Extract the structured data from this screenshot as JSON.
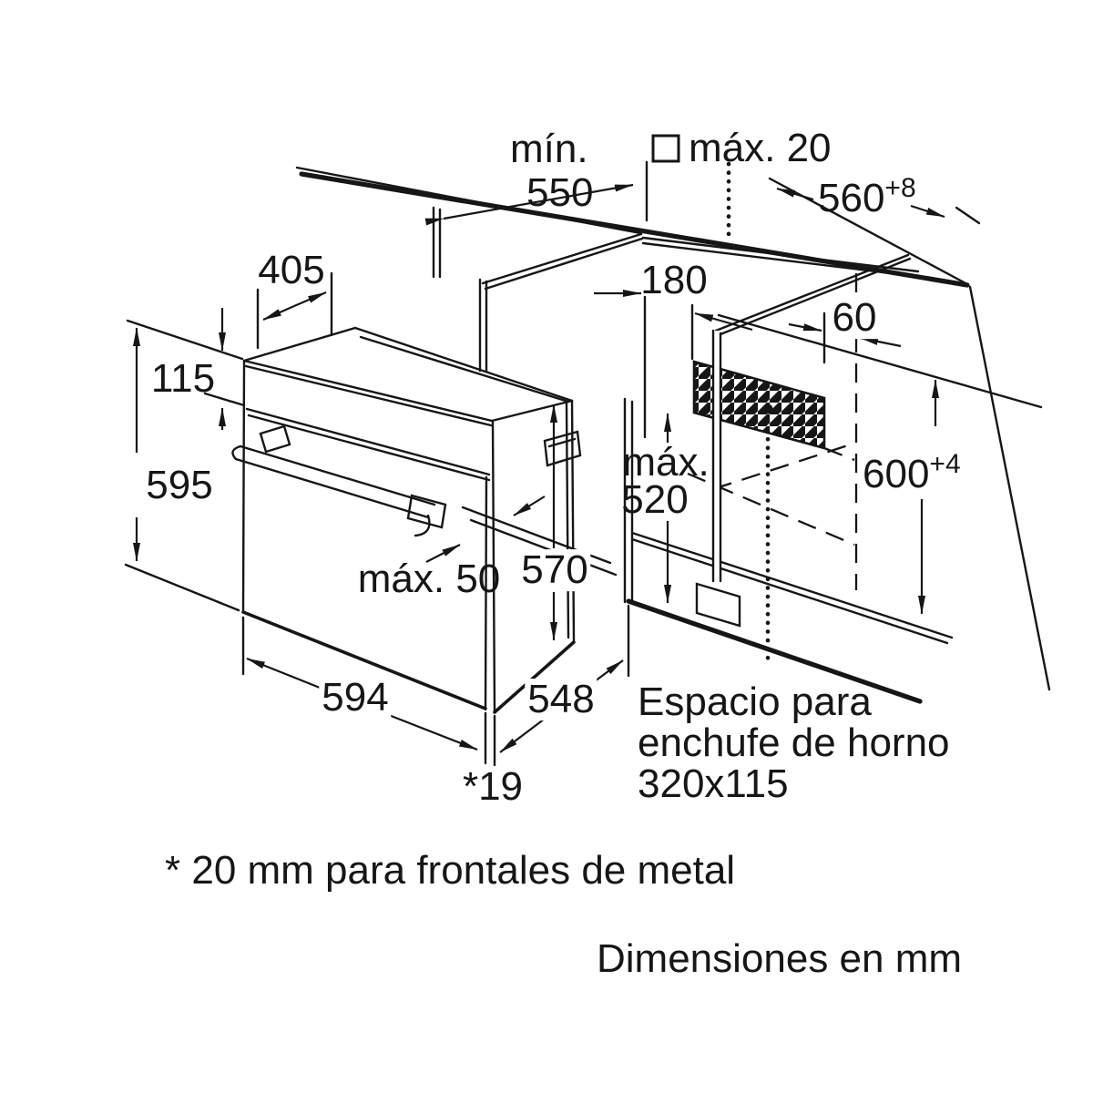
{
  "drawing": {
    "title_hint": "Built-in oven installation dimensions diagram",
    "colors": {
      "line": "#161616",
      "background": "#ffffff"
    },
    "labels": {
      "min_550_word": "mín.",
      "min_550_value": "550",
      "max_20": "máx. 20",
      "d560": "560",
      "d560_sup": "+8",
      "d405": "405",
      "d115": "115",
      "d595": "595",
      "d180": "180",
      "d60": "60",
      "max_520_word": "máx.",
      "max_520_value": "520",
      "d600": "600",
      "d600_sup": "+4",
      "d570": "570",
      "max_50": "máx. 50",
      "d594": "594",
      "d548": "548",
      "d19": "*19",
      "socket_note_line1": "Espacio para",
      "socket_note_line2": "enchufe de horno",
      "socket_note_line3": "320x115",
      "footnote": "* 20 mm para frontales de metal",
      "units_note": "Dimensiones en mm"
    }
  }
}
